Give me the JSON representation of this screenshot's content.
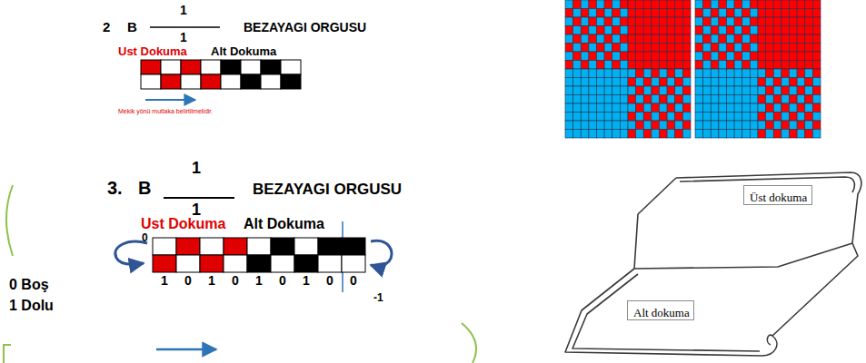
{
  "diagram": {
    "nodes": [
      {
        "text": [
          "Üst dokuma"
        ]
      },
      {
        "text": [
          "Alt dokuma"
        ]
      }
    ],
    "labels": [
      "2",
      "B",
      "1",
      "1",
      "BEZAYAGI ORGUSU",
      "Ust Dokuma",
      "Alt Dokuma",
      "Mekik yönü mutlaka belirtilmelidir.",
      "3.",
      "B",
      "1",
      "1",
      "BEZAYAGI ORGUSU",
      "Ust Dokuma",
      "Alt Dokuma",
      "0",
      "0 Boş",
      "1 Dolu",
      "1",
      "0",
      "1",
      "0",
      "1",
      "0",
      "1",
      "0",
      "0",
      "-1"
    ]
  }
}
